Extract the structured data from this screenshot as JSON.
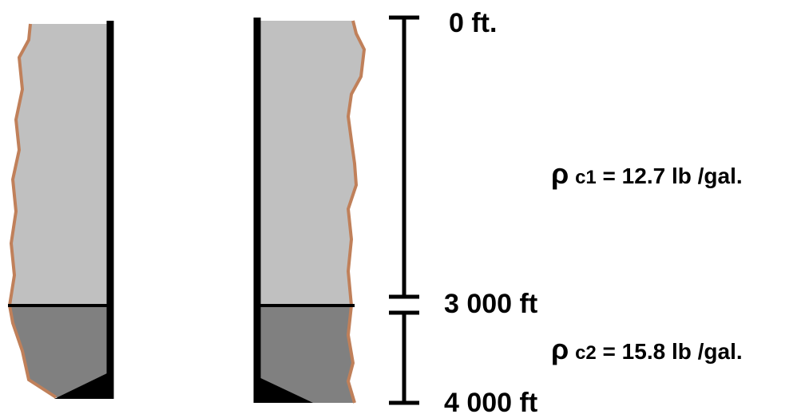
{
  "depth_marks": {
    "top": "0 ft.",
    "interface": "3 000 ft",
    "bottom": "4 000 ft"
  },
  "cement_zones": [
    {
      "symbol": "ρ",
      "subscript": "c1",
      "rest": " = 12.7 lb /gal."
    },
    {
      "symbol": "ρ",
      "subscript": "c2",
      "rest": " = 15.8 lb /gal."
    }
  ],
  "colors": {
    "upper_cement": "#c0c0c0",
    "lower_cement": "#808080",
    "formation_edge": "#c0805a",
    "casing": "#000000"
  }
}
